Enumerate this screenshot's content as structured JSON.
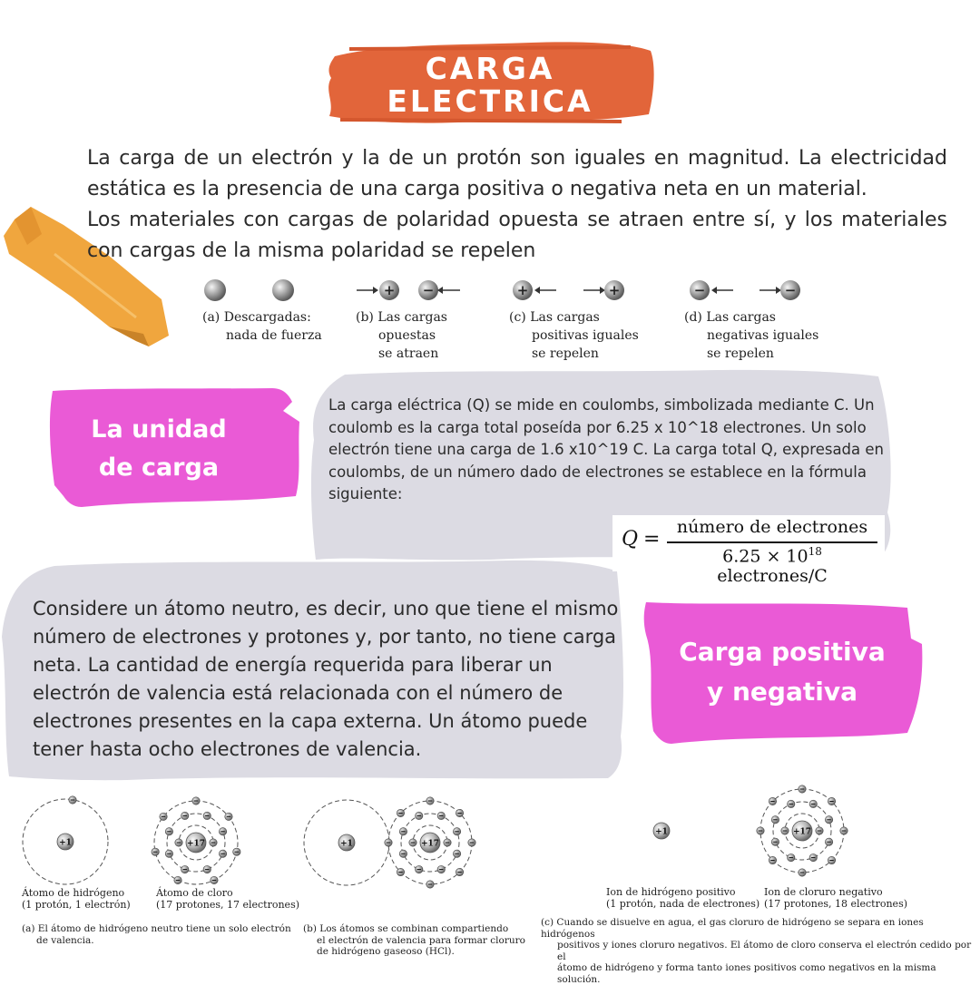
{
  "title": {
    "line1": "CARGA",
    "line2": "ELECTRICA"
  },
  "intro": {
    "p1": "La carga de un electrón y la de un protón son iguales en magnitud. La electricidad estática es la presencia de una carga positiva o negativa neta en un material.",
    "p2": "Los materiales con cargas de polaridad opuesta se atraen entre sí, y los materiales con cargas de la misma polaridad se repelen"
  },
  "charges_figure": {
    "a": {
      "line1": "(a) Descargadas:",
      "line2": "nada de fuerza"
    },
    "b": {
      "line1": "(b) Las cargas",
      "line2": "opuestas",
      "line3": "se atraen"
    },
    "c": {
      "line1": "(c) Las cargas",
      "line2": "positivas iguales",
      "line3": "se repelen"
    },
    "d": {
      "line1": "(d) Las cargas",
      "line2": "negativas iguales",
      "line3": "se repelen"
    },
    "plus": "+",
    "minus": "−"
  },
  "unit_label": {
    "line1": "La unidad",
    "line2": "de carga"
  },
  "unit_text": "La carga eléctrica (Q) se mide en coulombs, simbolizada mediante C. Un coulomb es la carga total poseída por 6.25 x 10^18 electrones. Un solo electrón tiene una carga de 1.6 x10^19 C. La carga total Q, expresada en coulombs, de un número dado de electrones se establece en la fórmula siguiente:",
  "formula": {
    "lhs": "Q",
    "eq": "=",
    "numerator": "número de electrones",
    "denominator_base": "6.25 × 10",
    "denominator_exp": "18",
    "denominator_unit": " electrones/C"
  },
  "atom_text": "Considere un átomo neutro, es decir, uno que tiene el mismo número de electrones y protones y, por tanto, no tiene carga neta. La cantidad de energía requerida para liberar un electrón de valencia está relacionada con el número de electrones presentes en la capa externa. Un átomo puede tener hasta ocho electrones de valencia.",
  "pos_neg_label": {
    "line1": "Carga positiva",
    "line2": "y negativa"
  },
  "atoms_figure": {
    "h_nucleus": "+1",
    "cl_nucleus": "+17",
    "h_label": {
      "line1": "Átomo de hidrógeno",
      "line2": "(1 protón, 1 electrón)"
    },
    "cl_label": {
      "line1": "Átomo de cloro",
      "line2": "(17 protones, 17 electrones)"
    },
    "cap_a": {
      "line1": "(a) El átomo de hidrógeno neutro tiene un solo electrón",
      "line2": "de valencia."
    },
    "cap_b": {
      "line1": "(b) Los átomos se combinan compartiendo",
      "line2": "el electrón de valencia para formar cloruro",
      "line3": "de hidrógeno gaseoso (HCl)."
    },
    "ion_h_label": {
      "line1": "Ion de hidrógeno positivo",
      "line2": "(1 protón, nada de electrones)"
    },
    "ion_cl_label": {
      "line1": "Ion de cloruro negativo",
      "line2": "(17 protones, 18 electrones)"
    },
    "cap_c": {
      "line1": "(c)  Cuando se disuelve en agua, el gas cloruro de hidrógeno se separa en iones hidrógenos",
      "line2": "positivos y iones cloruro negativos. El átomo de cloro conserva el electrón cedido por el",
      "line3": "átomo de hidrógeno y forma tanto iones positivos como negativos en la misma solución."
    }
  },
  "colors": {
    "title_brush": "#e2653a",
    "pink": "#ea5ad6",
    "tape": "#f0a63e",
    "grey": "#dcdbe3",
    "text": "#2b2b2b"
  }
}
